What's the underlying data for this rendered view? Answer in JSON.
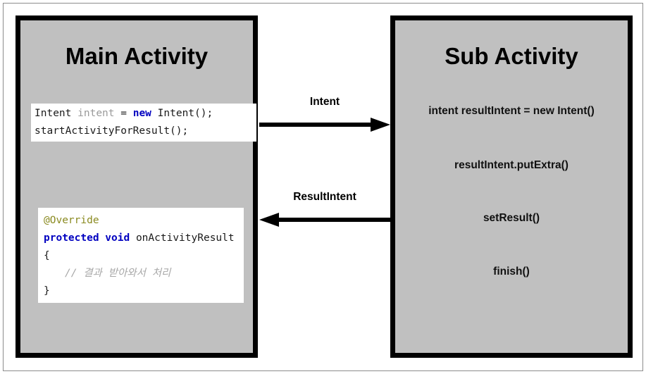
{
  "diagram": {
    "title_main": "Main Activity",
    "title_sub": "Sub Activity",
    "colors": {
      "box_fill": "#c0c0c0",
      "box_border": "#000000",
      "code_bg": "#ffffff",
      "keyword": "#0000c0",
      "annotation": "#8a8a20",
      "comment": "#a8a8a8",
      "variable": "#9a9a9a",
      "page_bg": "#ffffff",
      "frame_border": "#8c8c8c"
    }
  },
  "main_activity": {
    "title": "Main Activity",
    "code_start": {
      "line1": {
        "type": "Intent",
        "space1": " ",
        "var": "intent",
        "eq": " = ",
        "kw": "new",
        "ctor": " Intent();"
      },
      "line2": "startActivityForResult();"
    },
    "code_result": {
      "annotation": "@Override",
      "signature_kw": "protected void",
      "signature_name": " onActivityResult",
      "brace_open": "{",
      "comment": "// 결과 받아와서 처리",
      "brace_close": "}"
    }
  },
  "sub_activity": {
    "title": "Sub Activity",
    "steps": [
      "intent resultIntent = new Intent()",
      "resultIntent.putExtra()",
      "setResult()",
      "finish()"
    ]
  },
  "arrows": [
    {
      "label": "Intent",
      "direction": "right"
    },
    {
      "label": "ResultIntent",
      "direction": "left"
    }
  ]
}
